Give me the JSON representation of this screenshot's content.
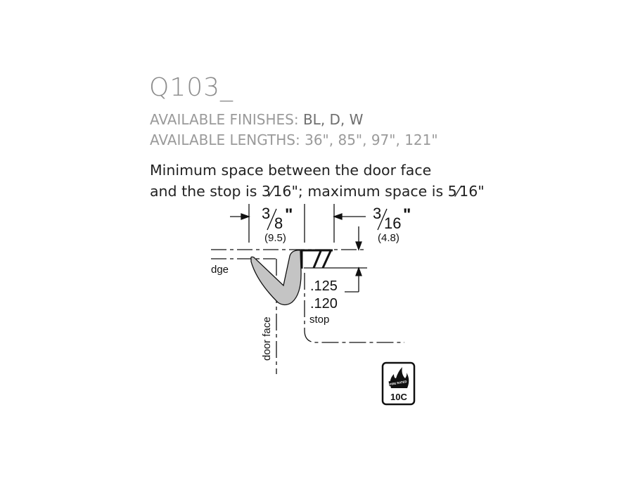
{
  "title": "Q103_",
  "finishes": {
    "label": "AVAILABLE FINISHES: ",
    "value": "BL, D, W"
  },
  "lengths": {
    "label": "AVAILABLE LENGTHS: ",
    "value": "36\", 85\", 97\", 121\""
  },
  "description": [
    "Minimum space between the door face",
    "and the stop is 3⁄16\"; maximum space is 5⁄16\""
  ],
  "diagram": {
    "dim_width": {
      "num": "3",
      "den": "8",
      "unit": "\"",
      "metric": "(9.5)"
    },
    "dim_gap": {
      "num": "3",
      "den": "16",
      "unit": "\"",
      "metric": "(4.8)"
    },
    "thickness_max": ".125",
    "thickness_min": ".120",
    "label_edge": "dge",
    "label_door_face": "door face",
    "label_stop": "stop",
    "seal_color": "#c4c4c4"
  },
  "badge": {
    "text": "10C",
    "icon": "fire-rated-icon",
    "small_text": "FIRE RATED"
  }
}
